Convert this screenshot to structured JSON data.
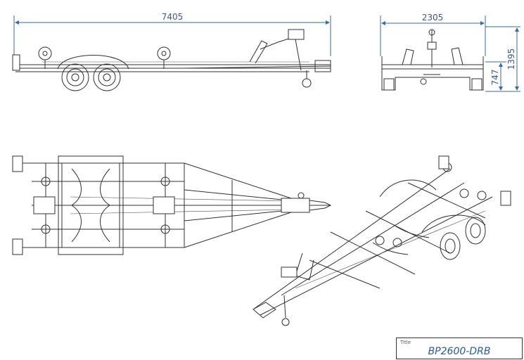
{
  "dimensions": {
    "overall_length": "7405",
    "overall_width": "2305",
    "overall_height": "1395",
    "bed_height": "747"
  },
  "title_block": {
    "label": "Title",
    "name": "BP2600-DRB"
  },
  "colors": {
    "dimension": "#3a6aa0",
    "drawing": "#303030",
    "title_text": "#2a5a9a"
  }
}
